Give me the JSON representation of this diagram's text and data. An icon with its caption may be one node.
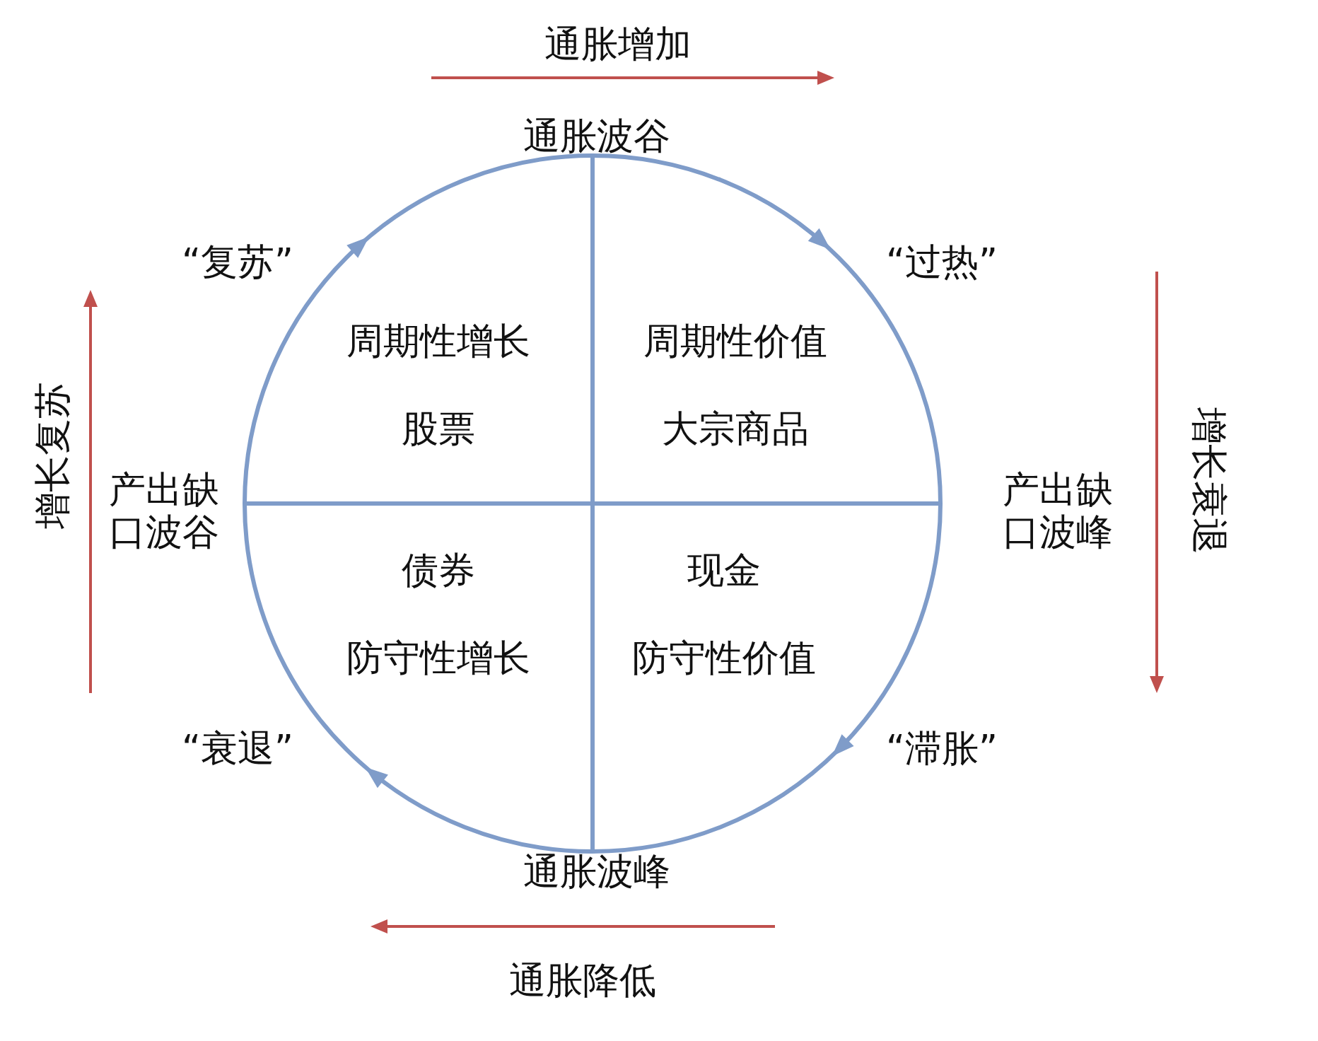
{
  "diagram": {
    "nodes": [
      {
        "text": [],
        "shape": "circle"
      },
      {
        "text": [
          "周期性增长",
          "股票"
        ],
        "in": 0
      },
      {
        "text": [
          "周期性价值",
          "大宗商品"
        ],
        "in": 0
      },
      {
        "text": [
          "债券",
          "防守性增长"
        ],
        "in": 0
      },
      {
        "text": [
          "现金",
          "防守性价值"
        ],
        "in": 0
      }
    ],
    "labels": [
      "通胀增加",
      "通胀波谷",
      "“复苏”",
      "“过热”",
      "增长复苏",
      "产出缺口波谷",
      "产出缺口波峰",
      "增长衰退",
      "“衰退”",
      "“滞胀”",
      "通胀波峰",
      "通胀降低"
    ]
  }
}
